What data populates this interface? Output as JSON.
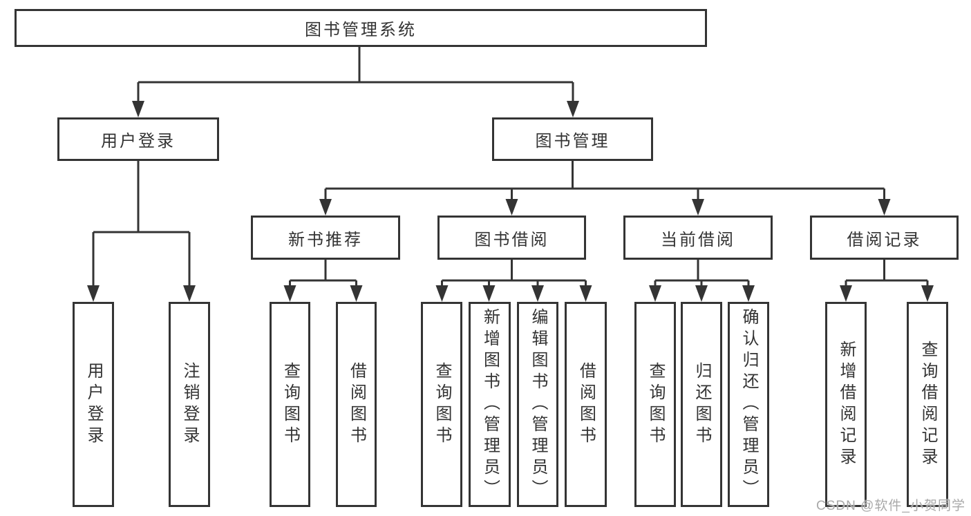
{
  "diagram": {
    "root": "图书管理系统",
    "children": [
      {
        "label": "用户登录",
        "children": [
          {
            "label": "用户登录"
          },
          {
            "label": "注销登录"
          }
        ]
      },
      {
        "label": "图书管理",
        "children": [
          {
            "label": "新书推荐",
            "children": [
              {
                "label": "查询图书"
              },
              {
                "label": "借阅图书"
              }
            ]
          },
          {
            "label": "图书借阅",
            "children": [
              {
                "label": "查询图书"
              },
              {
                "label": "新增图书（管理员）"
              },
              {
                "label": "编辑图书（管理员）"
              },
              {
                "label": "借阅图书"
              }
            ]
          },
          {
            "label": "当前借阅",
            "children": [
              {
                "label": "查询图书"
              },
              {
                "label": "归还图书"
              },
              {
                "label": "确认归还（管理员）"
              }
            ]
          },
          {
            "label": "借阅记录",
            "children": [
              {
                "label": "新增借阅记录"
              },
              {
                "label": "查询借阅记录"
              }
            ]
          }
        ]
      }
    ]
  },
  "watermark": "CSDN @软件_小贺同学",
  "colors": {
    "line": "#343434",
    "text": "#333333",
    "watermark": "#a9a9a9",
    "background": "#ffffff"
  }
}
